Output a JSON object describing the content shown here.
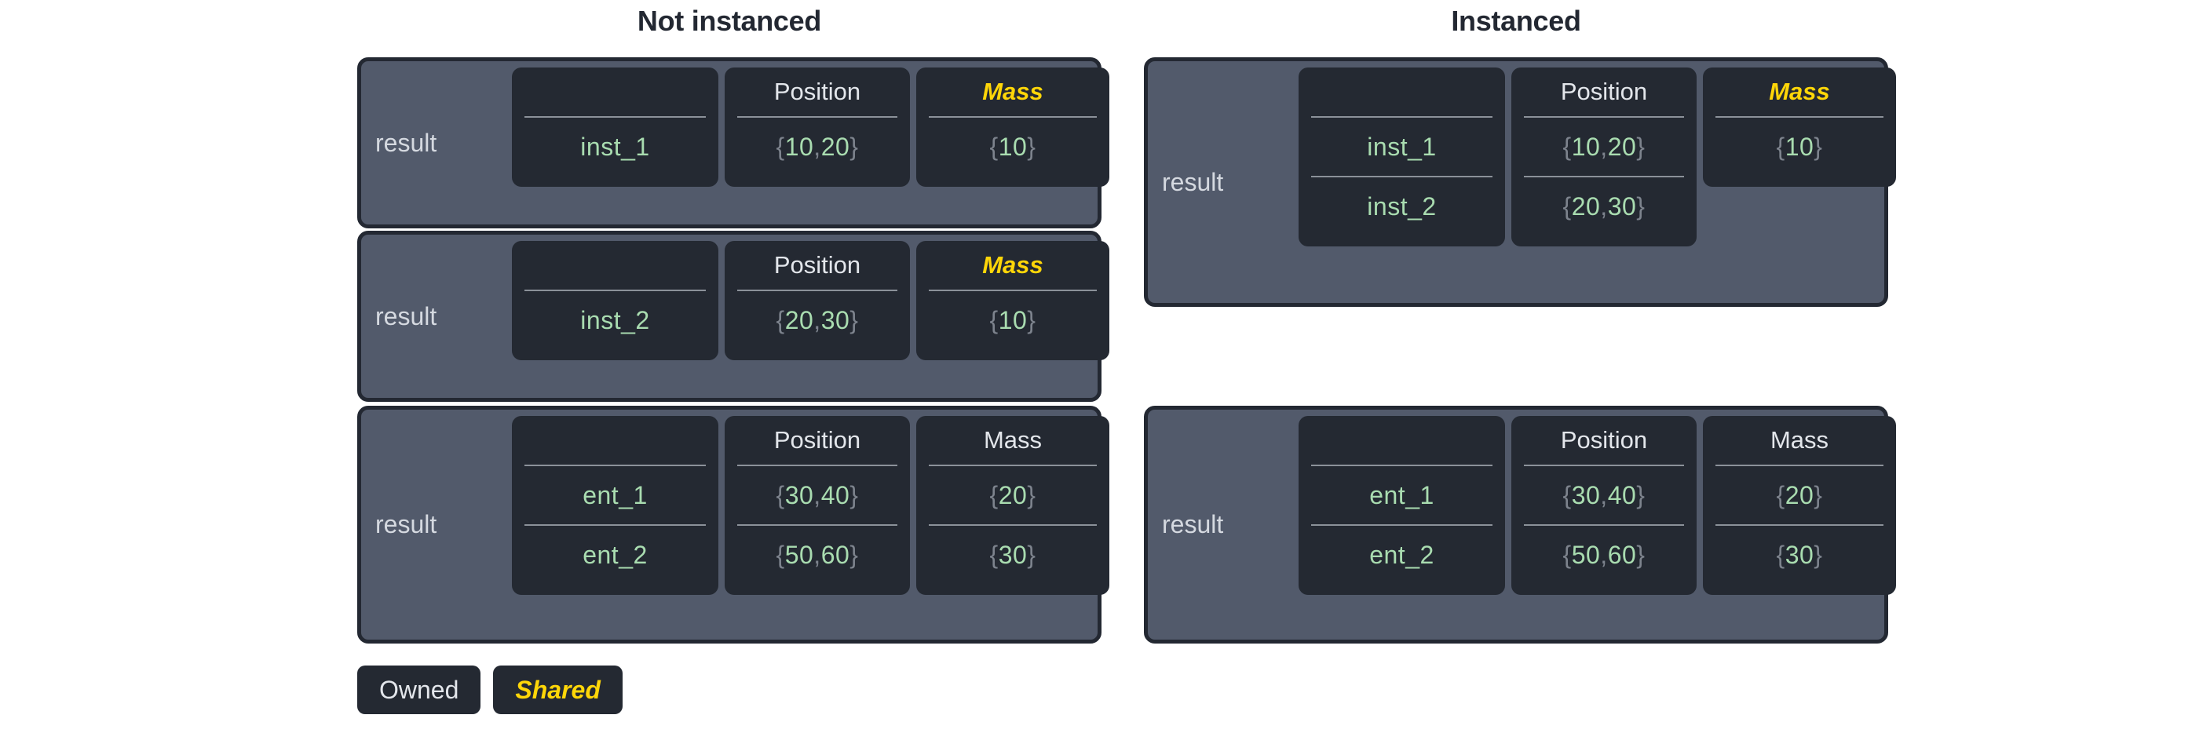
{
  "titles": {
    "left": "Not instanced",
    "right": "Instanced"
  },
  "colors": {
    "owned_text": "#e3e6eb",
    "shared_text": "#ffd608",
    "value_text": "#a9dcb0",
    "brace_text": "#7d838d",
    "frame_bg": "#525a6b",
    "frame_border": "#232832",
    "column_bg": "#242932",
    "page_bg": "#ffffff"
  },
  "legend": {
    "owned_label": "Owned",
    "shared_label": "Shared"
  },
  "not_instanced": {
    "tables": [
      {
        "result_label": "result",
        "headers": [
          {
            "text": "",
            "style": "blank"
          },
          {
            "text": "Position",
            "style": "owned"
          },
          {
            "text": "Mass",
            "style": "shared"
          }
        ],
        "rows": [
          {
            "id": "inst_1",
            "position": "{10, 20}",
            "mass": "{10}"
          }
        ]
      },
      {
        "result_label": "result",
        "headers": [
          {
            "text": "",
            "style": "blank"
          },
          {
            "text": "Position",
            "style": "owned"
          },
          {
            "text": "Mass",
            "style": "shared"
          }
        ],
        "rows": [
          {
            "id": "inst_2",
            "position": "{20, 30}",
            "mass": "{10}"
          }
        ]
      },
      {
        "result_label": "result",
        "headers": [
          {
            "text": "",
            "style": "blank"
          },
          {
            "text": "Position",
            "style": "owned"
          },
          {
            "text": "Mass",
            "style": "owned"
          }
        ],
        "rows": [
          {
            "id": "ent_1",
            "position": "{30, 40}",
            "mass": "{20}"
          },
          {
            "id": "ent_2",
            "position": "{50, 60}",
            "mass": "{30}"
          }
        ]
      }
    ]
  },
  "instanced": {
    "tables": [
      {
        "result_label": "result",
        "headers": [
          {
            "text": "",
            "style": "blank"
          },
          {
            "text": "Position",
            "style": "owned"
          },
          {
            "text": "Mass",
            "style": "shared"
          }
        ],
        "rows": [
          {
            "id": "inst_1",
            "position": "{10, 20}",
            "mass": "{10}"
          },
          {
            "id": "inst_2",
            "position": "{20, 30}",
            "mass": null
          }
        ]
      },
      {
        "result_label": "result",
        "headers": [
          {
            "text": "",
            "style": "blank"
          },
          {
            "text": "Position",
            "style": "owned"
          },
          {
            "text": "Mass",
            "style": "owned"
          }
        ],
        "rows": [
          {
            "id": "ent_1",
            "position": "{30, 40}",
            "mass": "{20}"
          },
          {
            "id": "ent_2",
            "position": "{50, 60}",
            "mass": "{30}"
          }
        ]
      }
    ]
  }
}
